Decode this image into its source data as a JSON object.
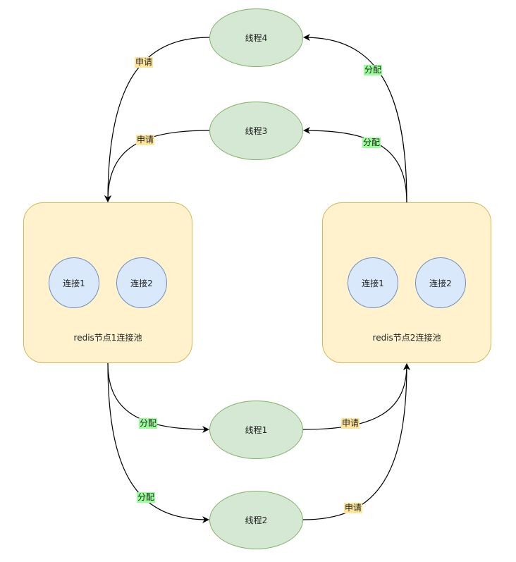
{
  "diagram": {
    "pools": [
      {
        "id": "pool1",
        "label": "redis节点1连接池",
        "connections": [
          "连接1",
          "连接2"
        ]
      },
      {
        "id": "pool2",
        "label": "redis节点2连接池",
        "connections": [
          "连接1",
          "连接2"
        ]
      }
    ],
    "threads": [
      {
        "id": "t4",
        "label": "线程4"
      },
      {
        "id": "t3",
        "label": "线程3"
      },
      {
        "id": "t1",
        "label": "线程1"
      },
      {
        "id": "t2",
        "label": "线程2"
      }
    ],
    "edges": [
      {
        "from": "线程4",
        "to": "redis节点1连接池",
        "label": "申请"
      },
      {
        "from": "线程3",
        "to": "redis节点1连接池",
        "label": "申请"
      },
      {
        "from": "redis节点2连接池",
        "to": "线程4",
        "label": "分配"
      },
      {
        "from": "redis节点2连接池",
        "to": "线程3",
        "label": "分配"
      },
      {
        "from": "redis节点1连接池",
        "to": "线程1",
        "label": "分配"
      },
      {
        "from": "redis节点1连接池",
        "to": "线程2",
        "label": "分配"
      },
      {
        "from": "线程1",
        "to": "redis节点2连接池",
        "label": "申请"
      },
      {
        "from": "线程2",
        "to": "redis节点2连接池",
        "label": "申请"
      }
    ],
    "colors": {
      "thread_fill": "#d5e8d4",
      "thread_stroke": "#82b366",
      "pool_fill": "#fff2cc",
      "pool_stroke": "#d6b656",
      "conn_fill": "#dae8fc",
      "conn_stroke": "#6c8ebf",
      "request_label_bg": "#ffe599",
      "allocate_label_bg": "#99ff99"
    }
  }
}
